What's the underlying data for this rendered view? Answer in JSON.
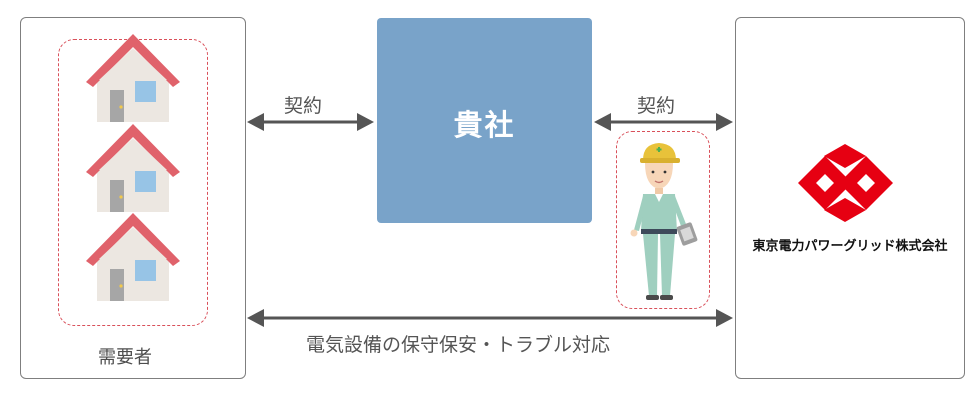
{
  "company": {
    "label": "貴社"
  },
  "relationships": {
    "consumer_company_contract": "契約",
    "company_utility_contract": "契約",
    "consumer_utility_service": "電気設備の保守保安・トラブル対応"
  },
  "consumer": {
    "label": "需要者",
    "house_count": 3
  },
  "utility": {
    "name": "東京電力パワーグリッド株式会社"
  },
  "colors": {
    "company_box": "#79a3c9",
    "dashed_outline": "#d9505a",
    "house_roof": "#e0626b",
    "logo_red": "#e60012",
    "arrow": "#555555"
  },
  "icons": [
    "house-icon",
    "worker-icon",
    "utility-logo-icon"
  ]
}
